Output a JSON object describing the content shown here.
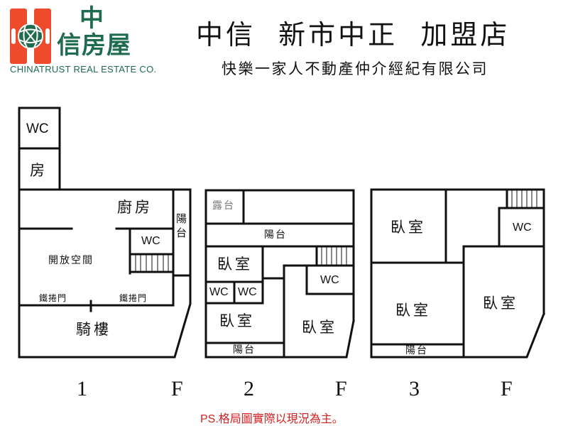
{
  "header": {
    "logo": {
      "name_line1": "中",
      "name_line2": "信房屋",
      "english": "CHINATRUST REAL ESTATE CO.",
      "brand_red": "#ee4a2c",
      "brand_green": "#1f6b4d"
    },
    "title": "中信  新市中正  加盟店",
    "subtitle": "快樂一家人不動產仲介經紀有限公司"
  },
  "floors": [
    {
      "label": "1　F",
      "rooms": {
        "wc_top": "WC",
        "room": "房",
        "kitchen": "廚房",
        "balcony": "陽台",
        "wc": "WC",
        "open_space": "開放空間",
        "rolling_door_left": "鐵捲門",
        "rolling_door_right": "鐵捲門",
        "arcade": "騎樓"
      }
    },
    {
      "label": "2　F",
      "rooms": {
        "terrace": "露台",
        "balcony_top": "陽台",
        "bedroom_1": "臥室",
        "wc_1": "WC",
        "wc_2": "WC",
        "wc_3": "WC",
        "bedroom_2": "臥室",
        "bedroom_3": "臥室",
        "balcony_bottom": "陽台"
      }
    },
    {
      "label": "3　F",
      "rooms": {
        "bedroom_1": "臥室",
        "wc": "WC",
        "bedroom_2": "臥室",
        "bedroom_3": "臥室",
        "balcony": "陽台"
      }
    }
  ],
  "note": {
    "prefix": "PS.",
    "text": "格局圖實際以現況為主。",
    "color": "#d62020"
  }
}
